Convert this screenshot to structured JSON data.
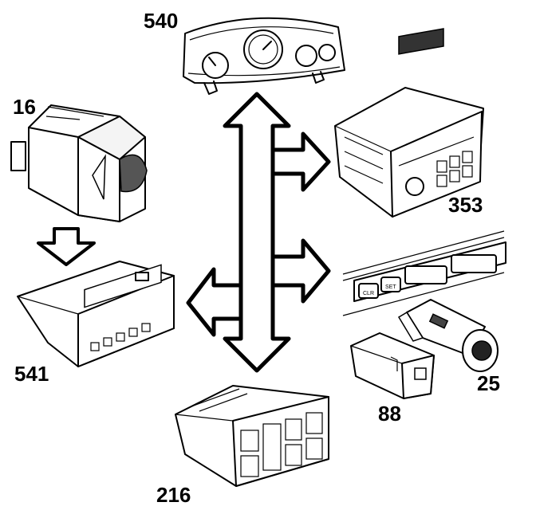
{
  "components": [
    {
      "id": "instrument-cluster",
      "label": "540"
    },
    {
      "id": "switch-module",
      "label": "16"
    },
    {
      "id": "radio-unit",
      "label": "353"
    },
    {
      "id": "display-unit",
      "label": "541"
    },
    {
      "id": "cigarette-lighter",
      "label": "25"
    },
    {
      "id": "fog-light-switch",
      "label": "88"
    },
    {
      "id": "climate-control",
      "label": "216"
    }
  ],
  "panel_buttons": {
    "clr": "CLR",
    "set": "SET"
  }
}
